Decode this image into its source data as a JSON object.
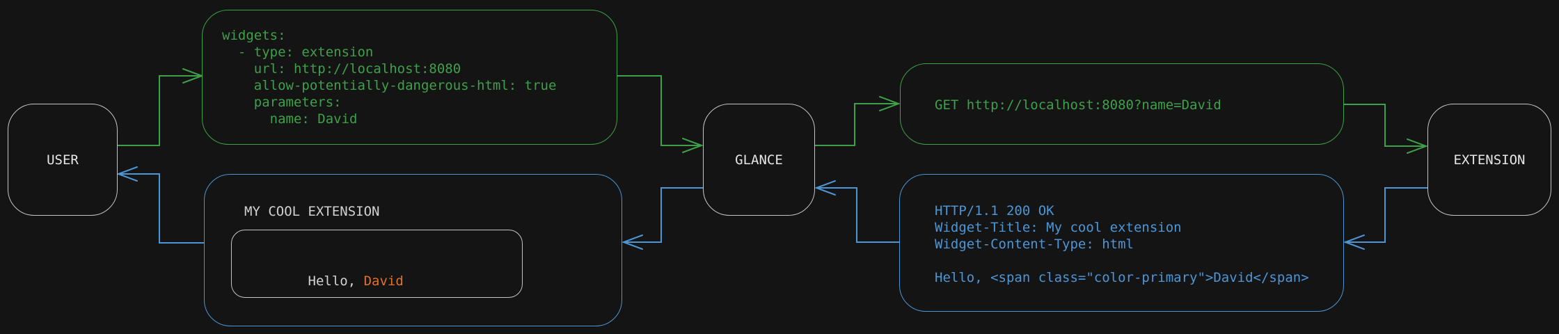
{
  "nodes": {
    "user": {
      "label": "USER"
    },
    "glance": {
      "label": "GLANCE"
    },
    "extension": {
      "label": "EXTENSION"
    }
  },
  "config_box": {
    "lines": [
      "widgets:",
      "  - type: extension",
      "    url: http://localhost:8080",
      "    allow-potentially-dangerous-html: true",
      "    parameters:",
      "      name: David"
    ]
  },
  "request_box": {
    "line": "GET http://localhost:8080?name=David"
  },
  "response_box": {
    "lines": [
      "HTTP/1.1 200 OK",
      "Widget-Title: My cool extension",
      "Widget-Content-Type: html",
      "",
      "Hello, <span class=\"color-primary\">David</span>"
    ]
  },
  "widget_box": {
    "title": "MY COOL EXTENSION",
    "greeting_prefix": "Hello, ",
    "greeting_name": "David"
  },
  "colors": {
    "background": "#141414",
    "node_border": "#c4c6c8",
    "label_text": "#e6e6e6",
    "muted_text": "#d2d2d2",
    "forward_flow": "#3fa04a",
    "return_flow": "#4d96d6",
    "accent_name": "#e2702d"
  }
}
